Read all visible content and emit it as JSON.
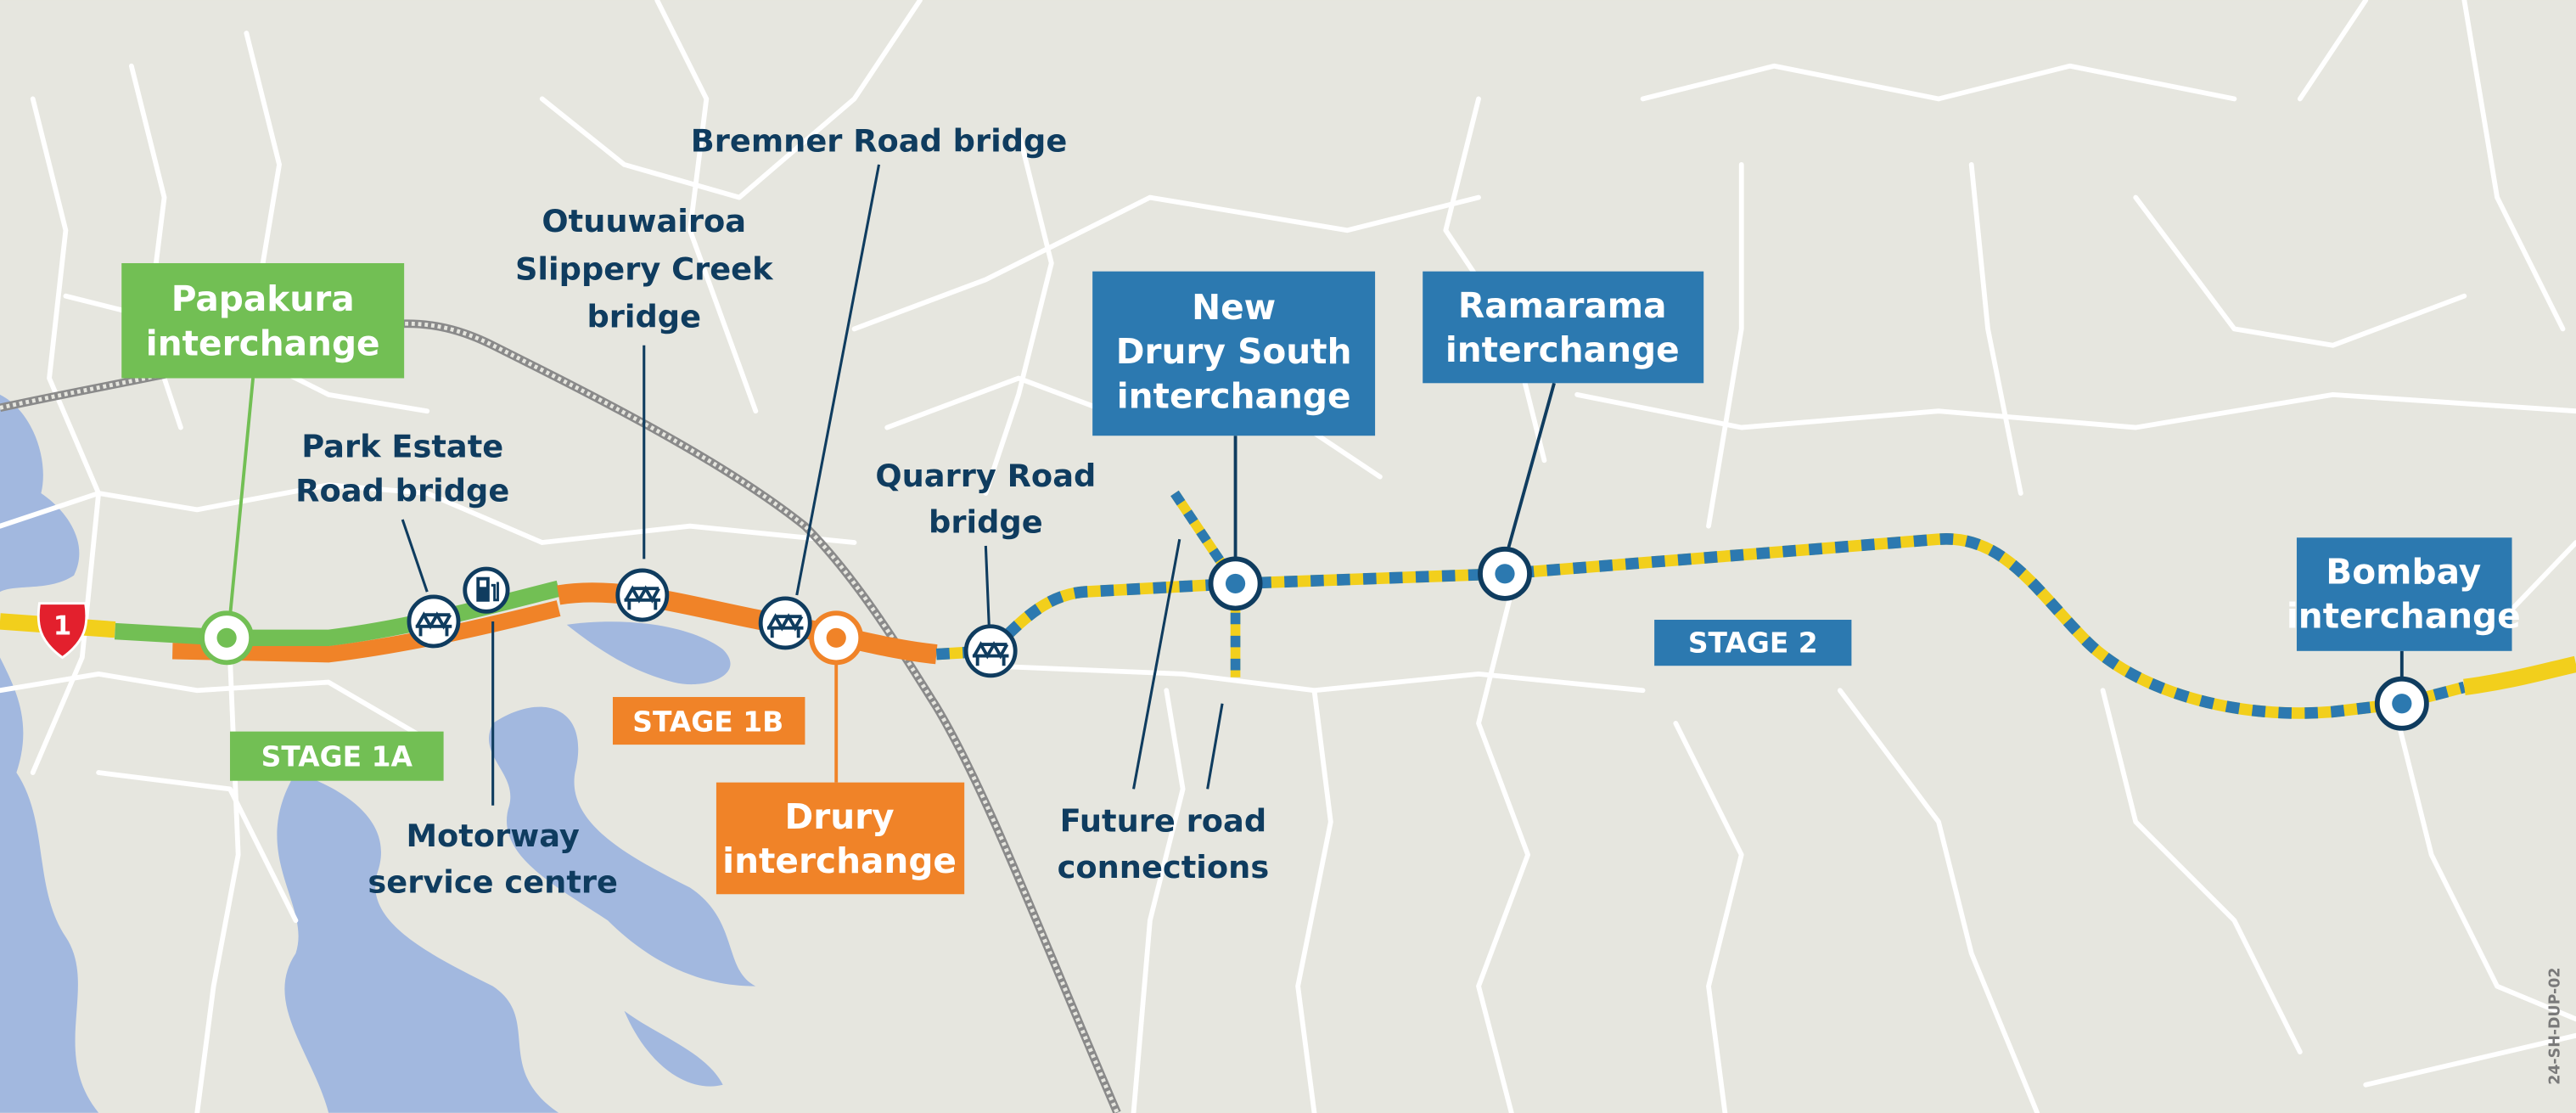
{
  "colors": {
    "land": "#e6e6df",
    "water": "#a2b8df",
    "stage1a": "#72bf54",
    "stage1b": "#f08328",
    "stage2_blue": "#2c79b0",
    "stage2_yellow": "#f2cf1c",
    "label_text": "#0f3c5f",
    "state_highway_shield": "#e3202d"
  },
  "state_highway": {
    "number": "1"
  },
  "stages": {
    "stage_1a": "STAGE 1A",
    "stage_1b": "STAGE 1B",
    "stage_2": "STAGE 2"
  },
  "interchanges": {
    "papakura": [
      "Papakura",
      "interchange"
    ],
    "drury": [
      "Drury",
      "interchange"
    ],
    "new_drury_south": [
      "New",
      "Drury South",
      "interchange"
    ],
    "ramarama": [
      "Ramarama",
      "interchange"
    ],
    "bombay": [
      "Bombay",
      "interchange"
    ]
  },
  "bridges": {
    "park_estate": [
      "Park Estate",
      "Road bridge"
    ],
    "otuuwairoa": [
      "Otuuwairoa",
      "Slippery Creek",
      "bridge"
    ],
    "bremner": [
      "Bremner Road bridge"
    ],
    "quarry": [
      "Quarry Road",
      "bridge"
    ]
  },
  "other_labels": {
    "service_centre": [
      "Motorway",
      "service centre"
    ],
    "future_roads": [
      "Future road",
      "connections"
    ]
  },
  "icons": [
    "bridge-icon",
    "fuel-pump-icon",
    "interchange-marker-icon",
    "state-highway-shield-icon"
  ],
  "map_reference": "24-SH-DUP-02"
}
